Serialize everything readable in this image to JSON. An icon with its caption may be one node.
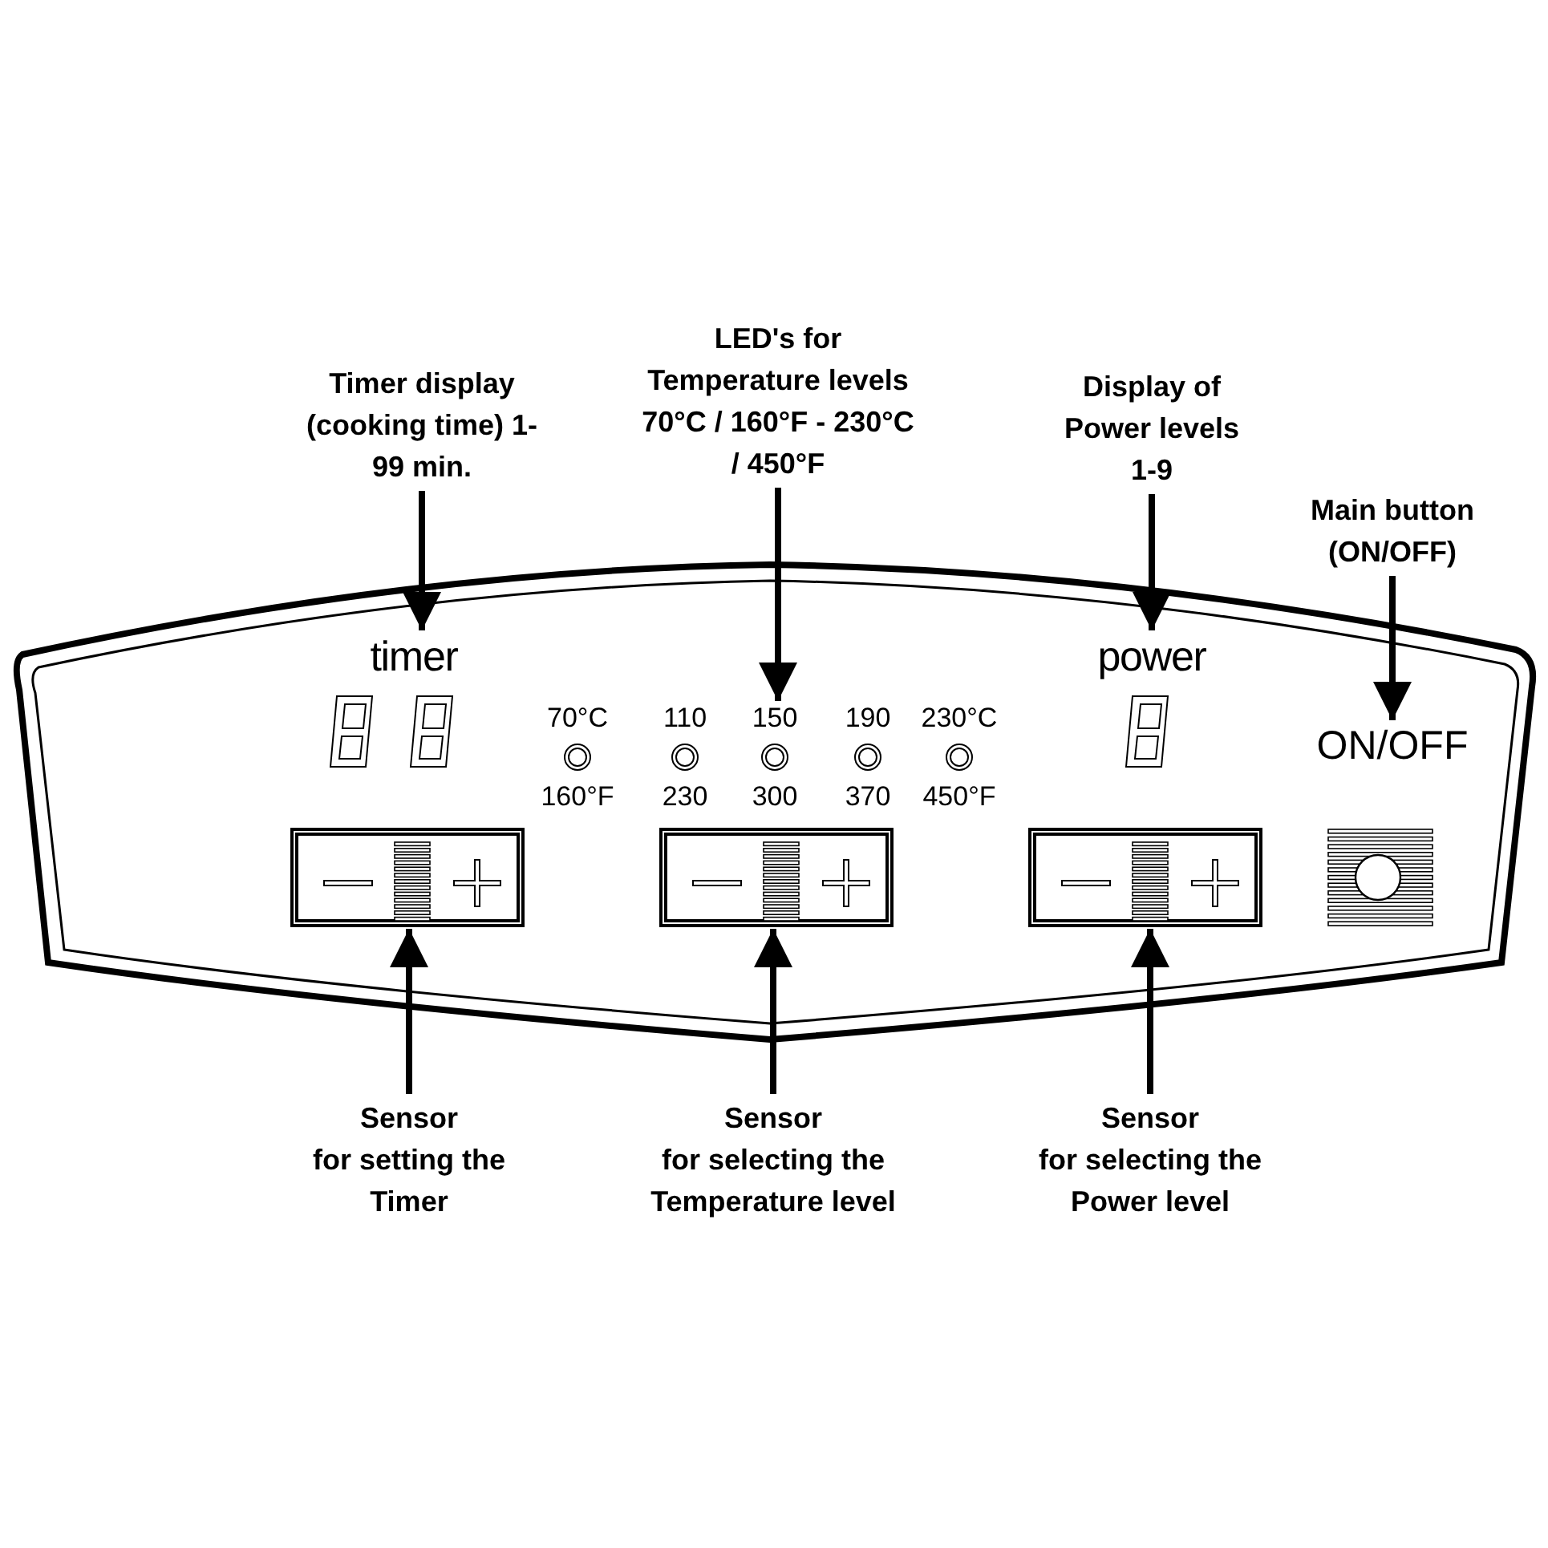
{
  "diagram": {
    "nodes": [
      {
        "text": [
          "Timer display (cooking time) 1-99 min."
        ]
      },
      {
        "text": [
          "LED's for Temperature levels 70°C / 160°F - 230°C / 450°F"
        ]
      },
      {
        "text": [
          "Display of Power levels 1-9"
        ]
      },
      {
        "text": [
          "Main button (ON/OFF)"
        ]
      },
      {
        "text": [
          "timer"
        ]
      },
      {
        "text": [
          "150"
        ]
      },
      {
        "text": [
          "power"
        ]
      },
      {
        "text": [
          "ON/OFF"
        ]
      },
      {
        "text": [],
        "shape": "box"
      },
      {
        "text": [],
        "shape": "box"
      },
      {
        "text": [],
        "shape": "box"
      },
      {
        "text": [
          "Sensor",
          "for setting the Timer"
        ]
      },
      {
        "text": [
          "Sensor",
          "for selecting the Temperature level"
        ]
      },
      {
        "text": [
          "Sensor",
          "for selecting the Power level"
        ]
      }
    ],
    "edges": [
      {
        "from": 0,
        "to": 4,
        "arrow": "to"
      },
      {
        "from": 1,
        "to": 5,
        "arrow": "to"
      },
      {
        "from": 2,
        "to": 6,
        "arrow": "to"
      },
      {
        "from": 3,
        "to": 7,
        "arrow": "to"
      },
      {
        "from": 11,
        "to": 8,
        "arrow": "to"
      },
      {
        "from": 12,
        "to": 9,
        "arrow": "to"
      },
      {
        "from": 13,
        "to": 10,
        "arrow": "to"
      }
    ],
    "labels": [
      "70°C",
      "110",
      "190",
      "230°C",
      "160°F",
      "230",
      "300",
      "370",
      "450°F"
    ]
  }
}
